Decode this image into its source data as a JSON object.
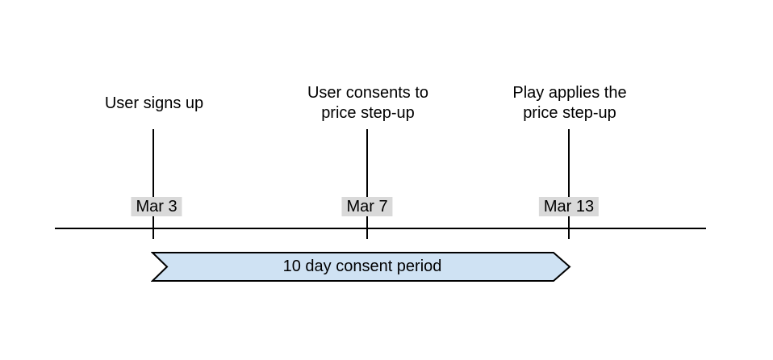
{
  "timeline": {
    "events": [
      {
        "title": "User signs up",
        "date": "Mar 3"
      },
      {
        "title": "User consents to price step-up",
        "date": "Mar 7"
      },
      {
        "title": "Play applies the price step-up",
        "date": "Mar 13"
      }
    ],
    "period": {
      "label": "10 day consent period",
      "start_date": "Mar 3",
      "end_date": "Mar 13"
    },
    "colors": {
      "background": "#ffffff",
      "line": "#000000",
      "text": "#000000",
      "date_badge_bg": "#d9d9d9",
      "period_fill": "#cfe2f3",
      "period_stroke": "#000000"
    }
  }
}
